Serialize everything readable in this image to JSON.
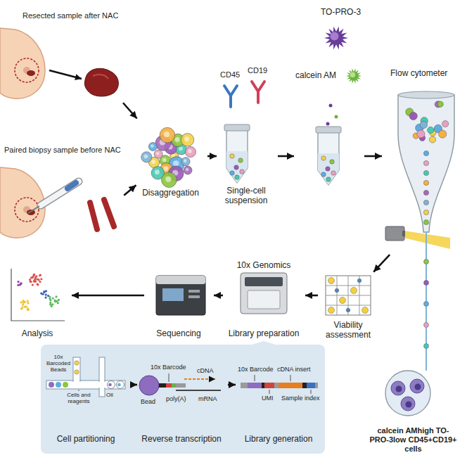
{
  "diagram": {
    "nodes": [
      {
        "text": [
          "Resected sample after NAC"
        ]
      },
      {
        "text": [
          "Paired biopsy sample before NAC"
        ]
      },
      {
        "text": [
          "Disaggregation"
        ]
      },
      {
        "text": [
          "Single-cell suspension"
        ]
      },
      {
        "text": [
          "TO-PRO-3",
          "calcein AM"
        ]
      },
      {
        "text": [
          "Flow cytometer"
        ]
      },
      {
        "text": [
          "calcein AMhigh TO-PRO-3low CD45+CD19+ cells"
        ]
      },
      {
        "text": [
          "Viability assessment"
        ]
      },
      {
        "text": [
          "10x Genomics",
          "Library preparation"
        ]
      },
      {
        "text": [
          "Sequencing"
        ]
      },
      {
        "text": [
          "Analysis"
        ]
      },
      {
        "text": [
          "Cell partitioning"
        ]
      },
      {
        "text": [
          "Reverse transcription"
        ]
      },
      {
        "text": [
          "Library generation"
        ]
      }
    ],
    "edges": [
      {
        "from": 0,
        "to": 2,
        "arrow": "to"
      },
      {
        "from": 1,
        "to": 2,
        "arrow": "to"
      },
      {
        "from": 2,
        "to": 3,
        "arrow": "to"
      },
      {
        "from": 3,
        "to": 4,
        "arrow": "to"
      },
      {
        "from": 4,
        "to": 5,
        "arrow": "to"
      },
      {
        "from": 5,
        "to": 7,
        "arrow": "to"
      },
      {
        "from": 7,
        "to": 8,
        "arrow": "to"
      },
      {
        "from": 8,
        "to": 9,
        "arrow": "to"
      },
      {
        "from": 9,
        "to": 10,
        "arrow": "to"
      },
      {
        "from": 11,
        "to": 12,
        "arrow": "to"
      },
      {
        "from": 12,
        "to": 13,
        "arrow": "to"
      }
    ],
    "labels": [
      "CD45",
      "CD19",
      "10x Barcoded Beads",
      "Cells and reagents",
      "Oil",
      "10x Barcode",
      "cDNA",
      "Bead",
      "poly(A)",
      "mRNA",
      "10x Barcode",
      "cDNA insert",
      "UMI",
      "Sample index"
    ]
  }
}
